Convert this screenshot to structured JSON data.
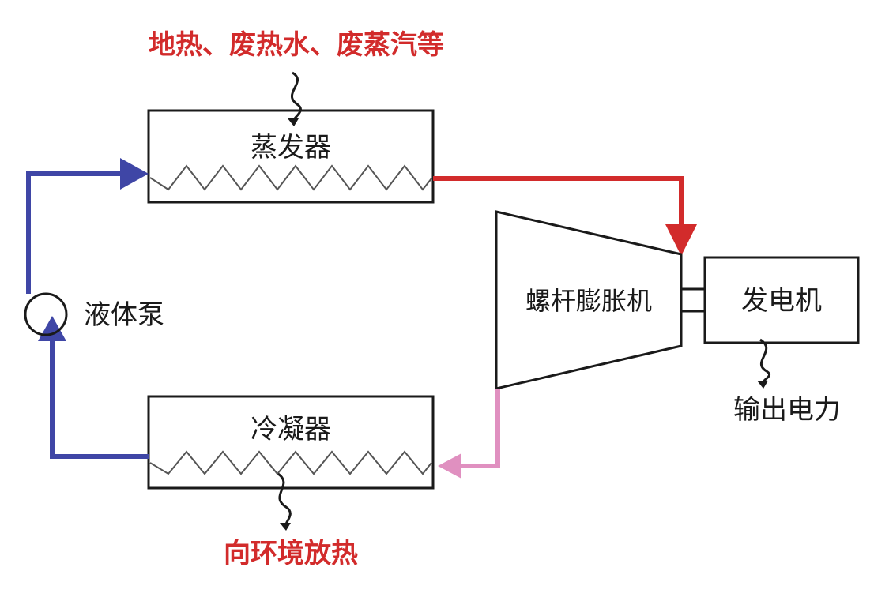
{
  "labels": {
    "heat_source": "地热、废热水、废蒸汽等",
    "evaporator": "蒸发器",
    "expander": "螺杆膨胀机",
    "generator": "发电机",
    "pump": "液体泵",
    "condenser": "冷凝器",
    "power_output": "输出电力",
    "heat_rejection": "向环境放热"
  },
  "colors": {
    "hot_vapor_line": "#d22b2b",
    "exhaust_line": "#e090c0",
    "liquid_line": "#3f46a6",
    "accent_text": "#d22b2b",
    "stroke": "#1a1a1a"
  }
}
